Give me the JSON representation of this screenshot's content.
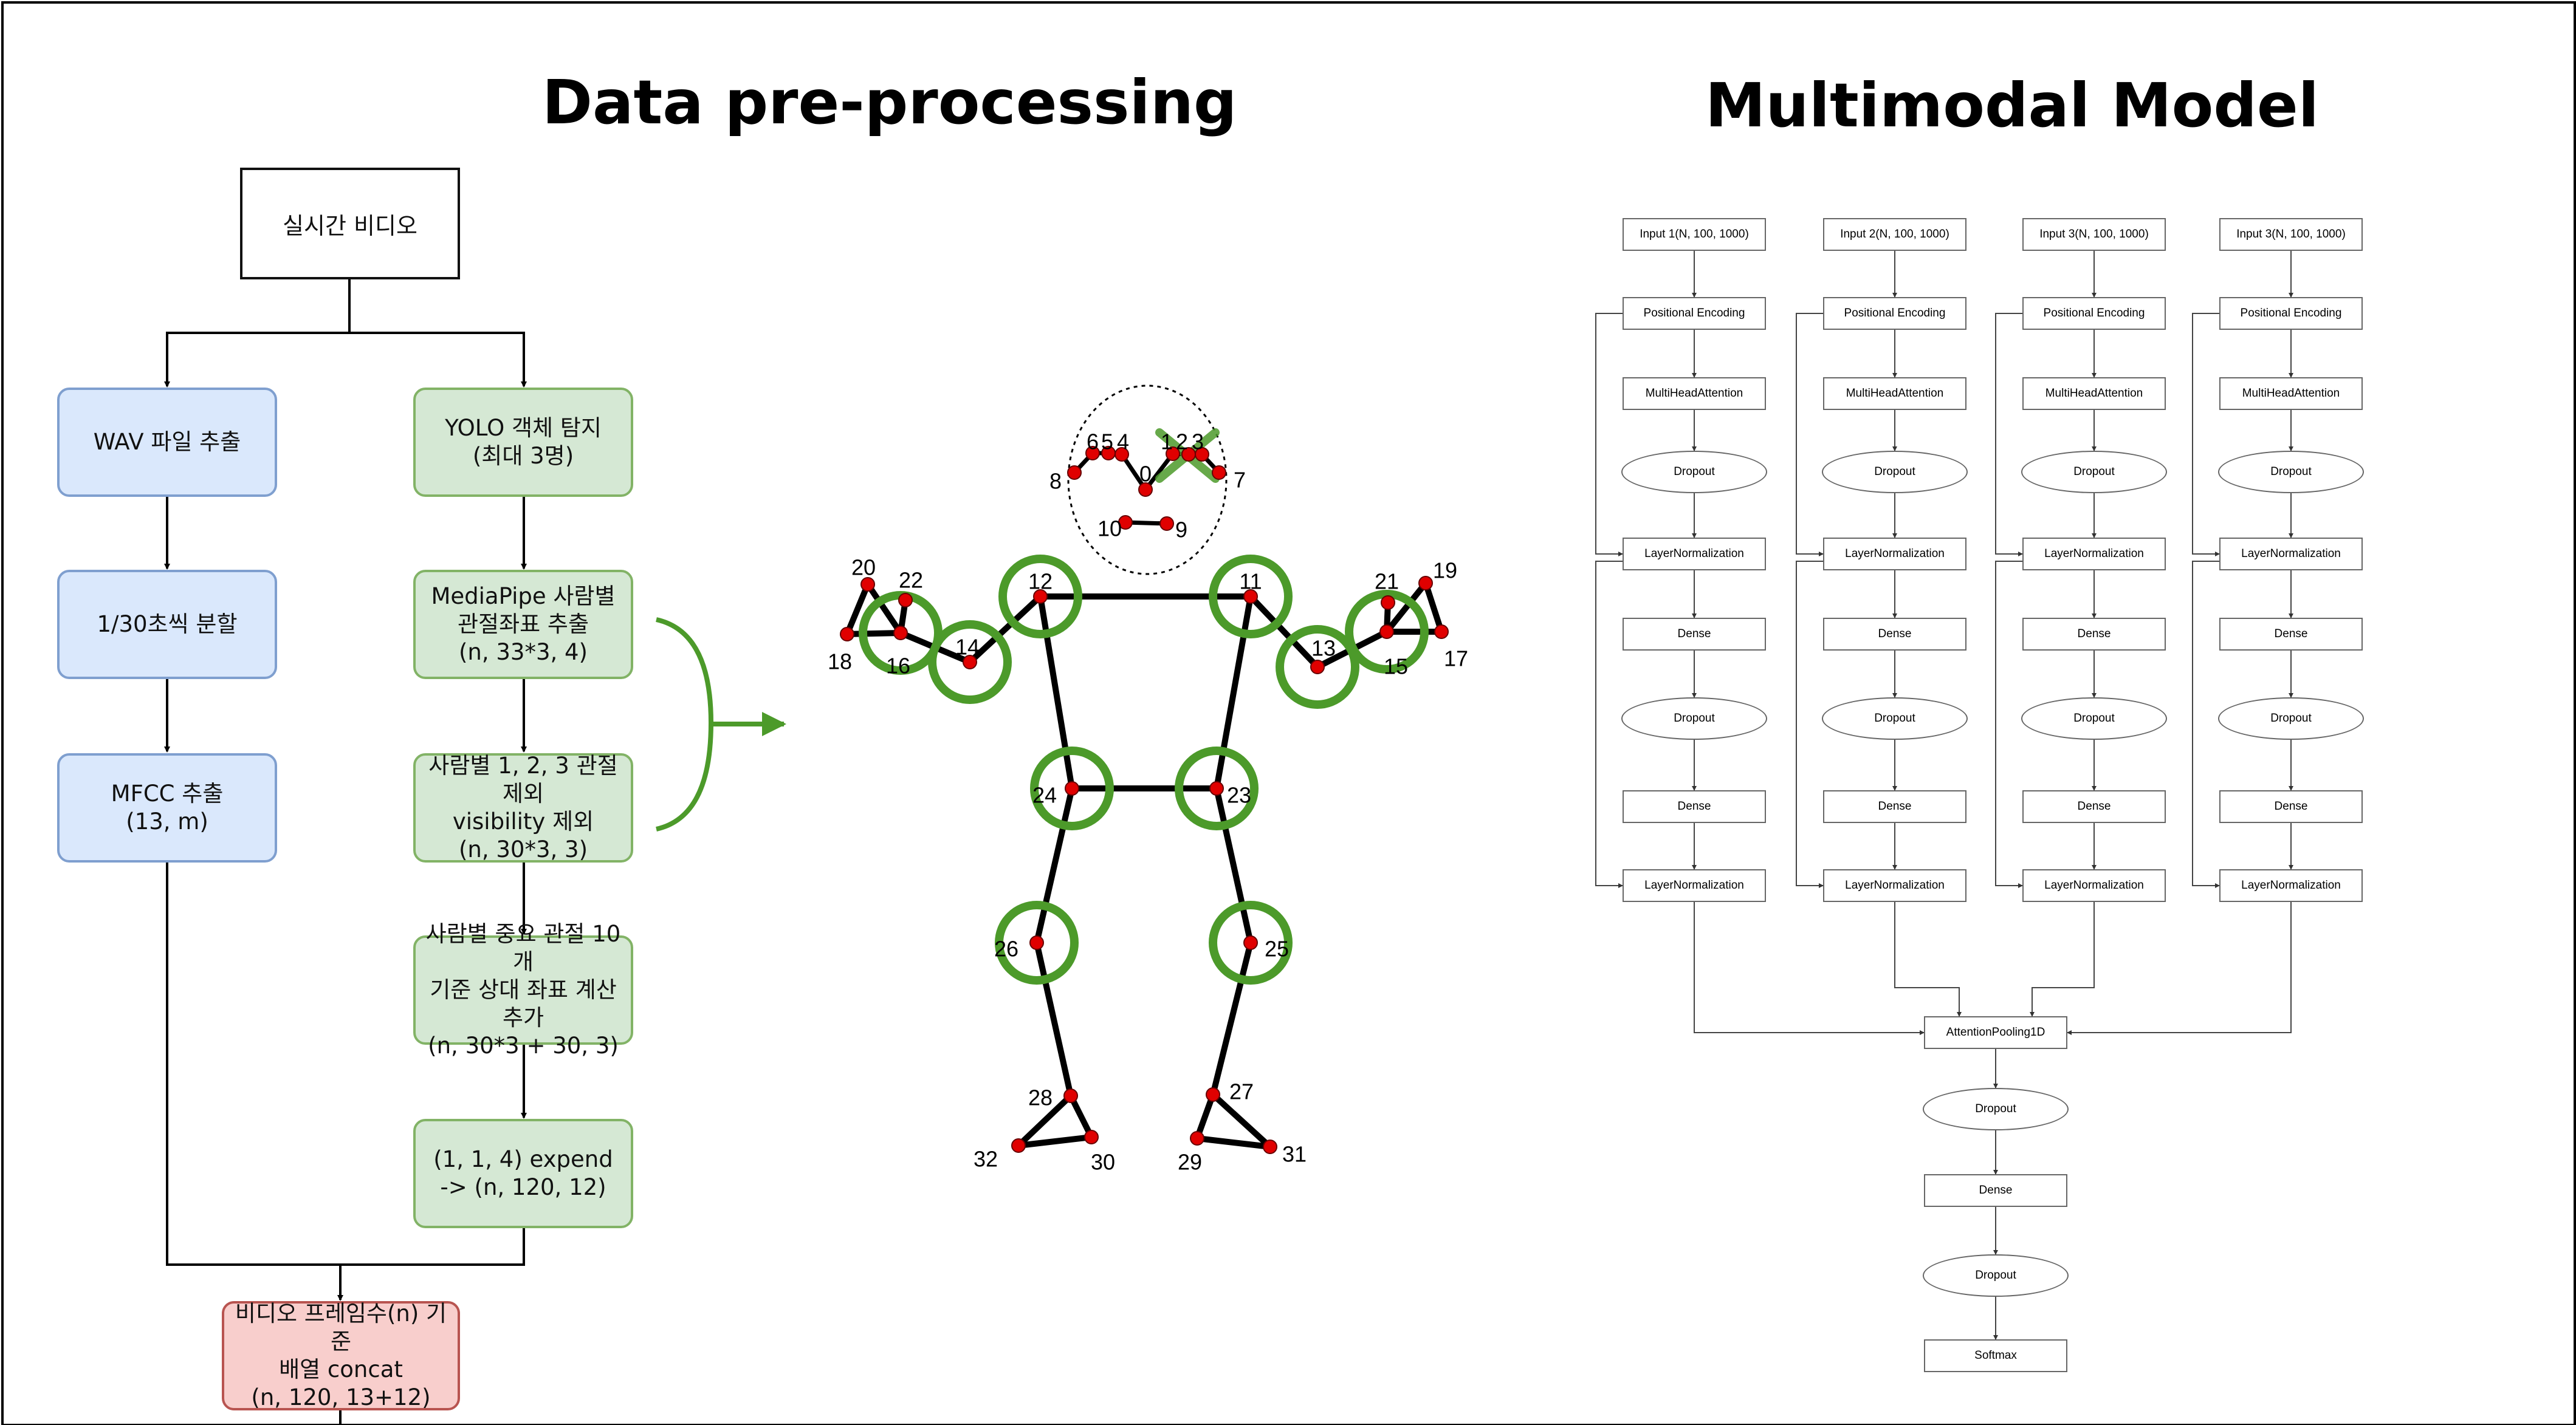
{
  "titles": {
    "preprocessing": "Data pre-processing",
    "model": "Multimodal Model"
  },
  "flowchart": {
    "start": "실시간 비디오",
    "audio": [
      "WAV 파일 추출",
      "1/30초씩 분할",
      "MFCC 추출\n(13, m)"
    ],
    "video": [
      "YOLO 객체 탐지\n(최대 3명)",
      "MediaPipe 사람별\n관절좌표 추출\n(n, 33*3, 4)",
      "사람별 1, 2, 3 관절 제외\nvisibility 제외\n(n, 30*3, 3)",
      "사람별 중요 관절 10개\n기준 상대 좌표 계산 추가\n(n, 30*3 + 30, 3)",
      "(1, 1, 4) expend\n-> (n, 120, 12)"
    ],
    "concat": "비디오 프레임수(n) 기준\n배열 concat\n(n, 120, 13+12)"
  },
  "pose": {
    "labels": [
      "0",
      "1",
      "2",
      "3",
      "4",
      "5",
      "6",
      "7",
      "8",
      "9",
      "10",
      "11",
      "12",
      "13",
      "14",
      "15",
      "16",
      "17",
      "18",
      "19",
      "20",
      "21",
      "22",
      "23",
      "24",
      "25",
      "26",
      "27",
      "28",
      "29",
      "30",
      "31",
      "32"
    ],
    "removed_joints": [
      "1",
      "2",
      "3"
    ],
    "highlight_color": "#4c9a2a",
    "joint_color": "#e00000"
  },
  "model": {
    "inputs": [
      "Input 1(N, 100, 1000)",
      "Input 2(N, 100, 1000)",
      "Input 3(N, 100, 1000)",
      "Input 3(N, 100, 1000)"
    ],
    "branch_layers": [
      "Positional Encoding",
      "MultiHeadAttention",
      "Dropout",
      "LayerNormalization",
      "Dense",
      "Dropout",
      "Dense",
      "LayerNormalization"
    ],
    "head_layers": [
      "AttentionPooling1D",
      "Dropout",
      "Dense",
      "Dropout",
      "Softmax"
    ]
  }
}
